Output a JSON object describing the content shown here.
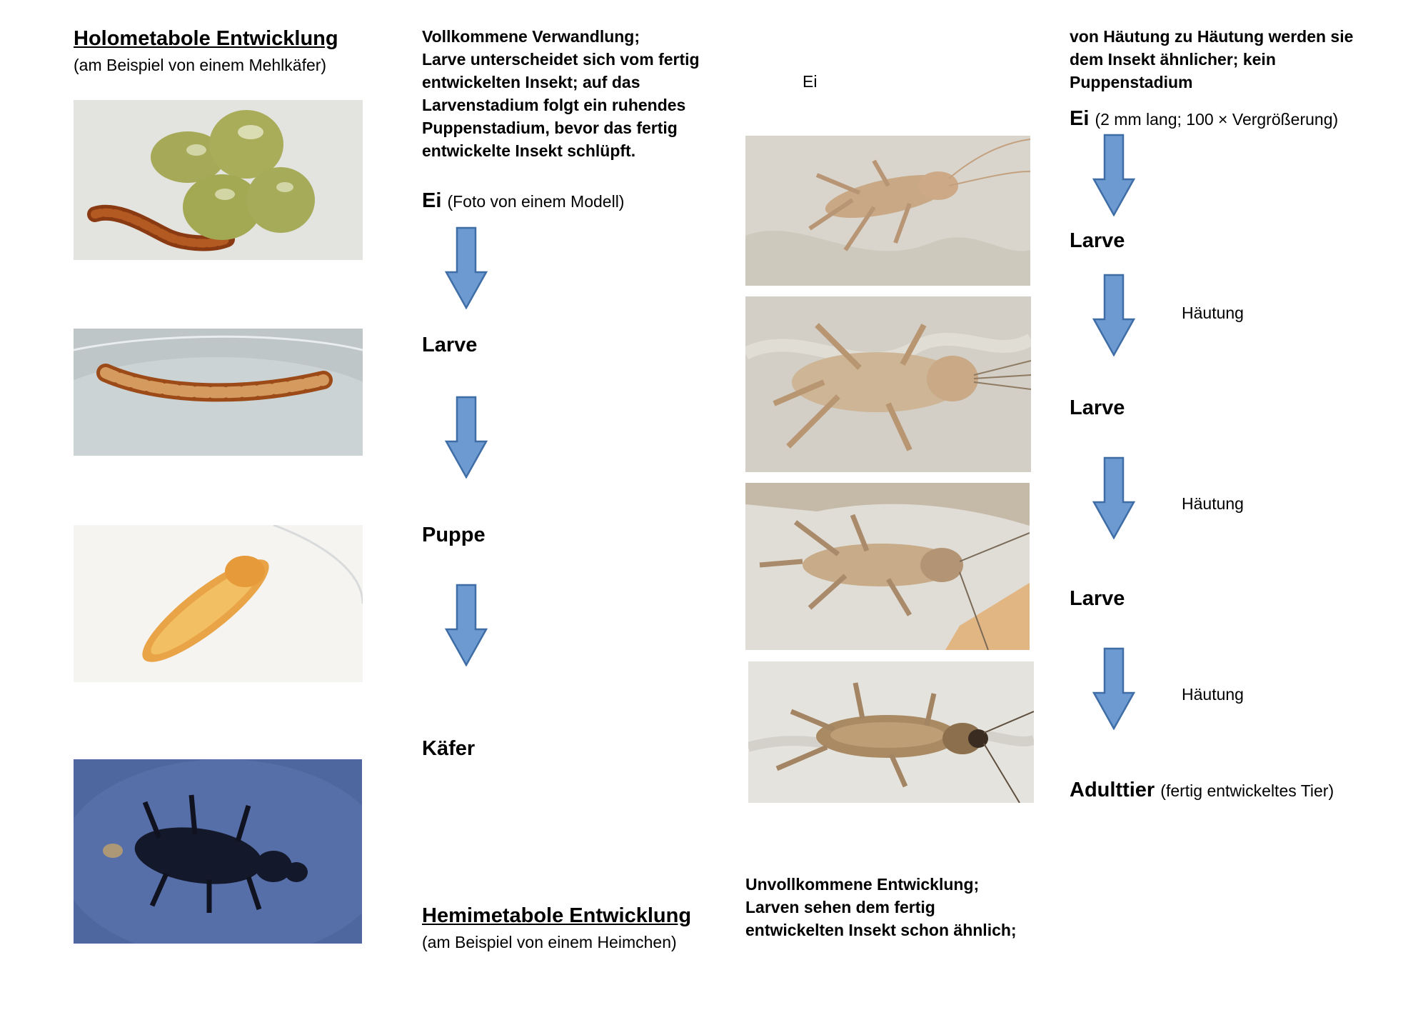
{
  "holo": {
    "title": "Holometabole Entwicklung",
    "subtitle": "(am Beispiel von einem Mehlkäfer)",
    "description": [
      "Vollkommene Verwandlung;",
      "Larve unterscheidet sich vom fertig",
      "entwickelten Insekt; auf das",
      "Larvenstadium folgt ein ruhendes",
      "Puppenstadium, bevor das fertig",
      "entwickelte Insekt schlüpft."
    ],
    "stage_egg": "Ei",
    "stage_egg_note": "(Foto von einem Modell)",
    "stage_larva": "Larve",
    "stage_pupa": "Puppe",
    "stage_adult": "Käfer"
  },
  "hemi": {
    "title": "Hemimetabole Entwicklung",
    "subtitle": "(am Beispiel von einem Heimchen)",
    "description": [
      "Unvollkommene Entwicklung;",
      "Larven sehen dem fertig",
      "entwickelten Insekt schon ähnlich;"
    ],
    "description_cont": [
      "von Häutung zu Häutung werden sie",
      "dem Insekt ähnlicher; kein",
      "Puppenstadium"
    ],
    "egg_placeholder": "Ei",
    "stage_egg": "Ei",
    "stage_egg_note": "(2 mm lang; 100 × Vergrößerung)",
    "stage_larva": "Larve",
    "molt": "Häutung",
    "stage_adult": "Adulttier",
    "stage_adult_note": "(fertig entwickeltes Tier)"
  },
  "colors": {
    "arrow_fill": "#6d9ad0",
    "arrow_stroke": "#3f6da6"
  }
}
